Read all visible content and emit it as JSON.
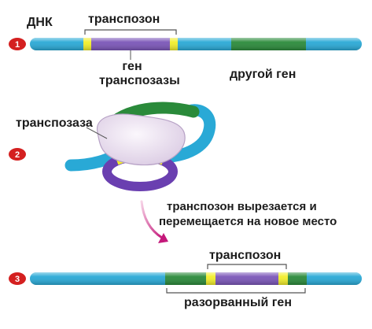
{
  "diagram": {
    "step1": {
      "number": "1",
      "dna_label": "ДНК",
      "transposon_label": "транспозон",
      "transposase_gene_label_line1": "ген",
      "transposase_gene_label_line2": "транспозазы",
      "other_gene_label": "другой ген"
    },
    "step2": {
      "number": "2",
      "transposase_label": "транспозаза",
      "action_label_line1": "транспозон вырезается и",
      "action_label_line2": "перемещается на новое место"
    },
    "step3": {
      "number": "3",
      "transposon_label": "транспозон",
      "broken_gene_label": "разорванный ген"
    }
  },
  "colors": {
    "dna_strand": "#29a9d6",
    "gene_green": "#2a8a3a",
    "transposase_gene": "#7a55b8",
    "inverted_repeat": "#f2ee2a",
    "transposase_protein": "#ecdff0",
    "step_marker": "#d42020",
    "arrow": "#c4187a"
  },
  "icons": {
    "step_marker": "red-numbered-disc",
    "action_arrow": "curved-magenta-arrow"
  }
}
